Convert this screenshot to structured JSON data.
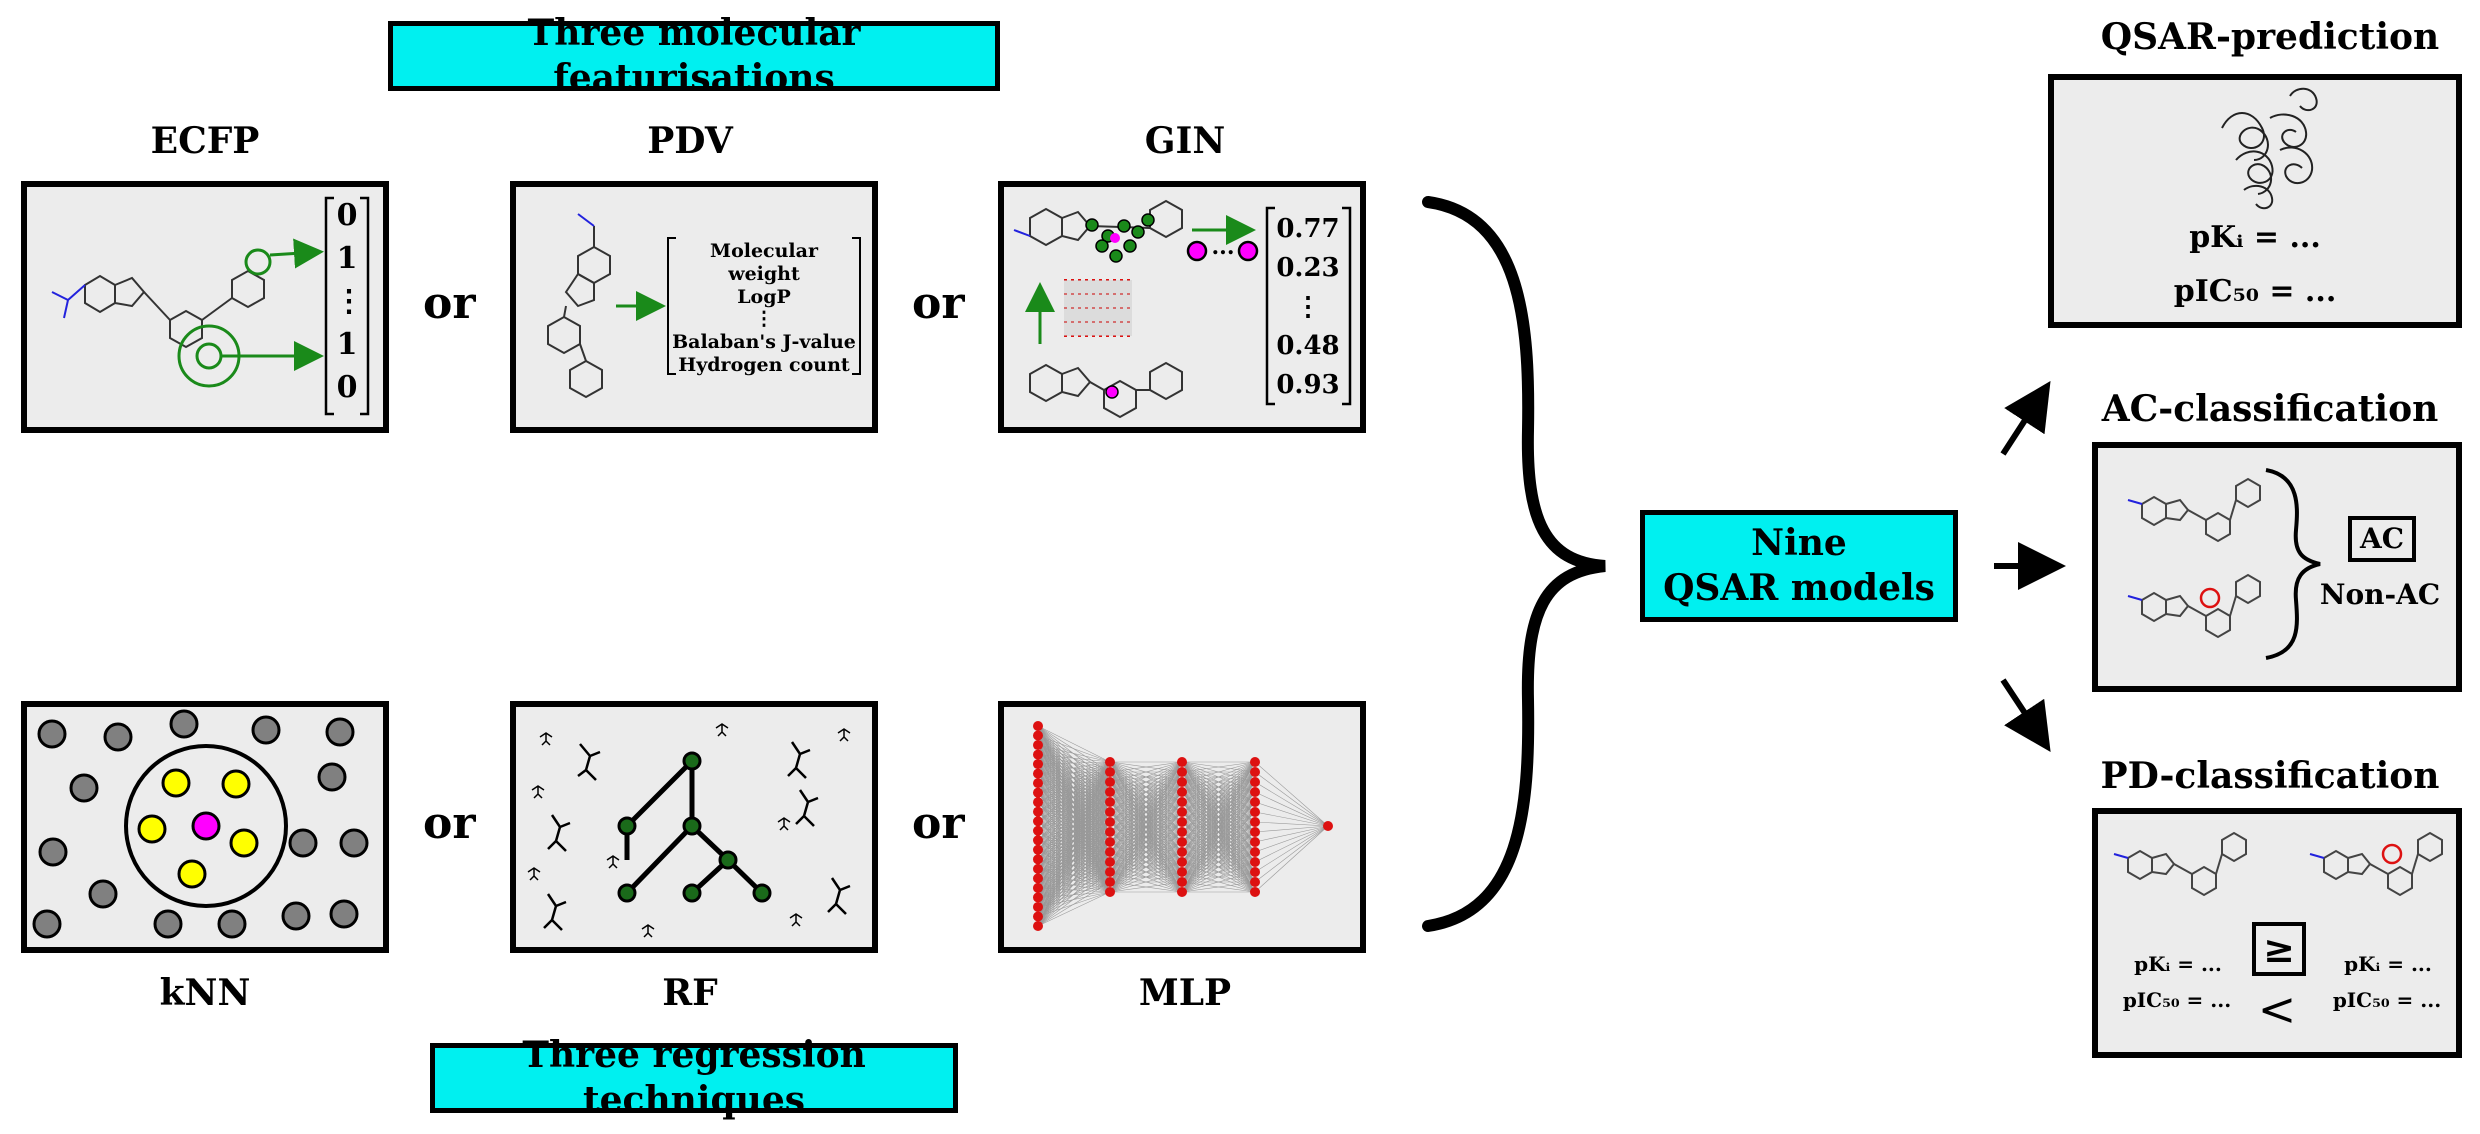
{
  "headers": {
    "featurisations": "Three molecular featurisations",
    "regression": "Three regression techniques",
    "models_line1": "Nine",
    "models_line2": "QSAR models"
  },
  "featurisations": [
    {
      "name": "ECFP",
      "vector": [
        "0",
        "1",
        "⋮",
        "1",
        "0"
      ]
    },
    {
      "name": "PDV",
      "descriptors": [
        "Molecular weight",
        "LogP",
        "⋮",
        "Balaban's J-value",
        "Hydrogen count"
      ]
    },
    {
      "name": "GIN",
      "vector": [
        "0.77",
        "0.23",
        "⋮",
        "0.48",
        "0.93"
      ],
      "dots": "..."
    }
  ],
  "regressors": [
    "kNN",
    "RF",
    "MLP"
  ],
  "or_label": "or",
  "tasks": {
    "qsar": {
      "title": "QSAR-prediction",
      "line1": "pKᵢ = ...",
      "line2": "pIC₅₀ = ..."
    },
    "ac": {
      "title": "AC-classification",
      "ac": "AC",
      "nonac": "Non-AC"
    },
    "pd": {
      "title": "PD-classification",
      "geq": "≥",
      "lt": "<",
      "l1": "pKᵢ = ...",
      "l2": "pIC₅₀ = ...",
      "r1": "pKᵢ = ...",
      "r2": "pIC₅₀ = ..."
    }
  },
  "colors": {
    "accent": "#00f0f0",
    "green": "#1a8a1a",
    "magenta": "#ff00ff",
    "yellow": "#ffff00",
    "red": "#dd1111",
    "blue": "#2222dd",
    "panel": "#ececec"
  }
}
